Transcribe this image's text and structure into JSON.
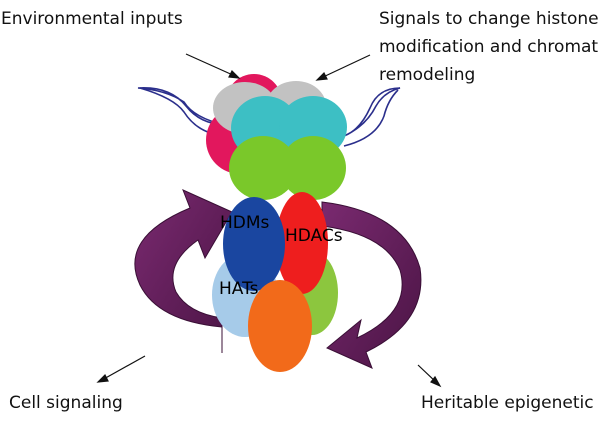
{
  "labels": {
    "environmental_inputs": "Environmental inputs",
    "signals_line1": "Signals to change histone",
    "signals_line2": "modification and chromat",
    "signals_line3": "remodeling",
    "cell_signaling": "Cell signaling",
    "heritable": "Heritable epigenetic",
    "hdms": "HDMs",
    "hdacs": "HDACs",
    "hats": "HATs"
  },
  "colors": {
    "magenta": "#e2175d",
    "gray": "#c2c2c2",
    "teal": "#3dbfc4",
    "green": "#7ac82a",
    "navy": "#1a46a0",
    "red": "#ee1e1e",
    "light_blue": "#a6cbe9",
    "lime": "#8cc63e",
    "orange": "#f26a1a",
    "arrow_purple": "#5a1a52",
    "line_navy": "#2b2f8c"
  }
}
